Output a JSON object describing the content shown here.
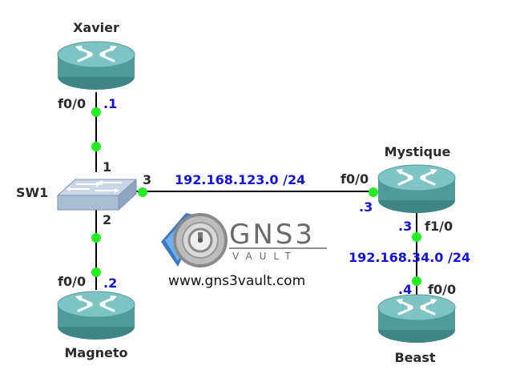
{
  "colors": {
    "link": "#000000",
    "port_dot": "#22ee22",
    "ip_text": "#1010e0",
    "label_text": "#2b2b2b",
    "router_body": "#4f9a9a",
    "router_top": "#7fc4c4",
    "switch_body": "#a8bcd4",
    "logo_text": "#6a6a6a"
  },
  "nodes": {
    "xavier": {
      "name": "Xavier",
      "type": "router",
      "icon": "router-icon"
    },
    "magneto": {
      "name": "Magneto",
      "type": "router",
      "icon": "router-icon"
    },
    "mystique": {
      "name": "Mystique",
      "type": "router",
      "icon": "router-icon"
    },
    "beast": {
      "name": "Beast",
      "type": "router",
      "icon": "router-icon"
    },
    "sw1": {
      "name": "SW1",
      "type": "switch",
      "icon": "switch-icon"
    }
  },
  "links": {
    "xavier_sw1": {
      "a_port": "f0/0",
      "a_ip": ".1",
      "b_port": "1"
    },
    "magneto_sw1": {
      "a_port": "f0/0",
      "a_ip": ".2",
      "b_port": "2"
    },
    "sw1_mystique": {
      "a_port": "3",
      "network": "192.168.123.0 /24",
      "b_port": "f0/0",
      "b_ip": ".3"
    },
    "mystique_beast": {
      "a_port": "f1/0",
      "a_ip": ".3",
      "network": "192.168.34.0 /24",
      "b_port": "f0/0",
      "b_ip": ".4"
    }
  },
  "logo": {
    "title": "GNS3",
    "subtitle": "VAULT",
    "url": "www.gns3vault.com",
    "icon": "gns3-disc-icon"
  }
}
